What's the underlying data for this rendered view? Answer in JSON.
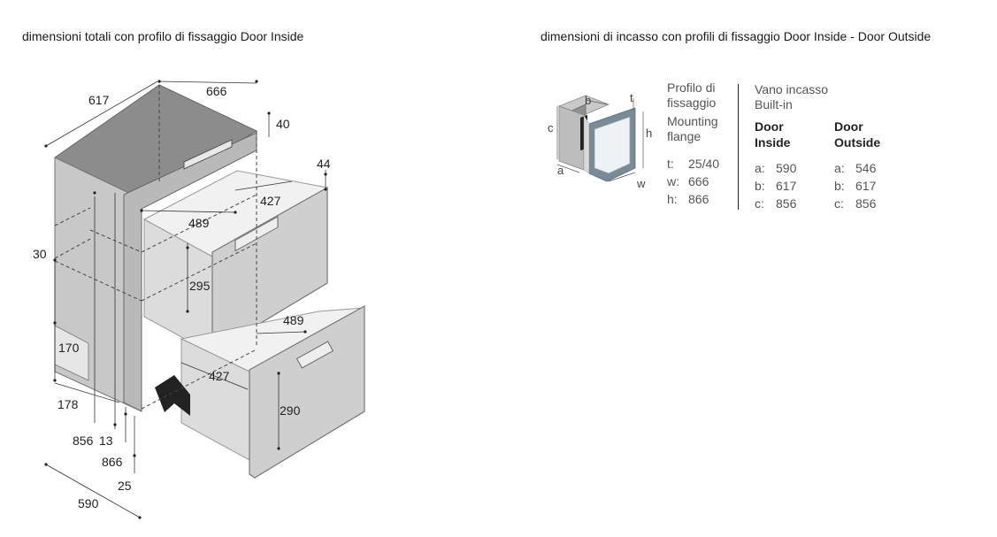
{
  "titles": {
    "left": "dimensioni totali con profilo di fissaggio Door Inside",
    "right": "dimensioni di incasso con profili di fissaggio Door Inside - Door Outside"
  },
  "drawing_dims": {
    "d617": "617",
    "d666": "666",
    "d40": "40",
    "d44": "44",
    "d427_top": "427",
    "d489_top": "489",
    "d30": "30",
    "d295": "295",
    "d489_bot": "489",
    "d170": "170",
    "d427_bot": "427",
    "d290": "290",
    "d178": "178",
    "d856": "856",
    "d13": "13",
    "d866": "866",
    "d25": "25",
    "d590": "590"
  },
  "icon_labels": {
    "b": "b",
    "t": "t",
    "c": "c",
    "h": "h",
    "a": "a",
    "w": "w"
  },
  "flange": {
    "title_it_1": "Profilo di",
    "title_it_2": "fissaggio",
    "title_en_1": "Mounting",
    "title_en_2": "flange",
    "rows": [
      {
        "k": "t:",
        "v": "25/40"
      },
      {
        "k": "w:",
        "v": "666"
      },
      {
        "k": "h:",
        "v": "866"
      }
    ]
  },
  "builtin": {
    "title_1": "Vano incasso",
    "title_2": "Built-in",
    "inside_1": "Door",
    "inside_2": "Inside",
    "outside_1": "Door",
    "outside_2": "Outside",
    "inside_rows": [
      {
        "k": "a:",
        "v": "590"
      },
      {
        "k": "b:",
        "v": "617"
      },
      {
        "k": "c:",
        "v": "856"
      }
    ],
    "outside_rows": [
      {
        "k": "a:",
        "v": "546"
      },
      {
        "k": "b:",
        "v": "617"
      },
      {
        "k": "c:",
        "v": "856"
      }
    ]
  }
}
